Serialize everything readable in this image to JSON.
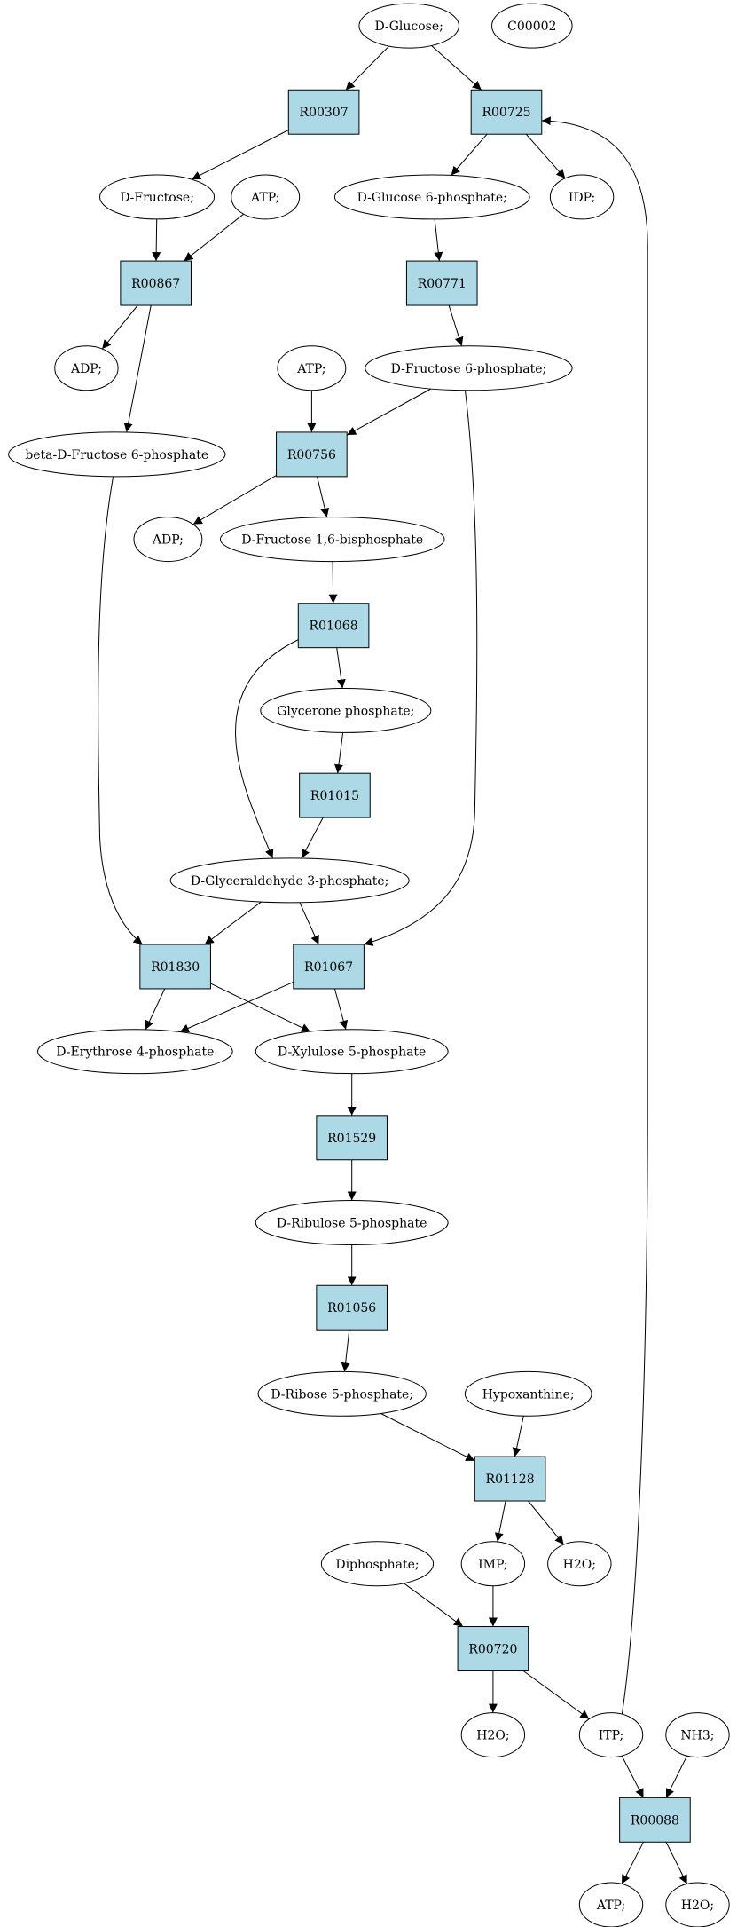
{
  "colors": {
    "reaction_fill": "#add8e6",
    "metabolite_fill": "#ffffff",
    "start_fill": "#00e000",
    "compound_fill": "#ffff00",
    "stroke": "#000000"
  },
  "nodes": [
    {
      "id": "glucose",
      "label": "D-Glucose;",
      "kind": "start"
    },
    {
      "id": "c00002",
      "label": "C00002",
      "kind": "compound"
    },
    {
      "id": "r00307",
      "label": "R00307",
      "kind": "reaction"
    },
    {
      "id": "r00725",
      "label": "R00725",
      "kind": "reaction"
    },
    {
      "id": "fructose",
      "label": "D-Fructose;",
      "kind": "metabolite"
    },
    {
      "id": "atp1",
      "label": "ATP;",
      "kind": "metabolite"
    },
    {
      "id": "g6p",
      "label": "D-Glucose 6-phosphate;",
      "kind": "metabolite"
    },
    {
      "id": "idp",
      "label": "IDP;",
      "kind": "metabolite"
    },
    {
      "id": "r00867",
      "label": "R00867",
      "kind": "reaction"
    },
    {
      "id": "r00771",
      "label": "R00771",
      "kind": "reaction"
    },
    {
      "id": "adp1",
      "label": "ADP;",
      "kind": "metabolite"
    },
    {
      "id": "atp2",
      "label": "ATP;",
      "kind": "metabolite"
    },
    {
      "id": "f6p",
      "label": "D-Fructose 6-phosphate;",
      "kind": "metabolite"
    },
    {
      "id": "bf6p",
      "label": "beta-D-Fructose 6-phosphate",
      "kind": "metabolite"
    },
    {
      "id": "r00756",
      "label": "R00756",
      "kind": "reaction"
    },
    {
      "id": "adp2",
      "label": "ADP;",
      "kind": "metabolite"
    },
    {
      "id": "fbp",
      "label": "D-Fructose 1,6-bisphosphate",
      "kind": "metabolite"
    },
    {
      "id": "r01068",
      "label": "R01068",
      "kind": "reaction"
    },
    {
      "id": "gp",
      "label": "Glycerone phosphate;",
      "kind": "metabolite"
    },
    {
      "id": "r01015",
      "label": "R01015",
      "kind": "reaction"
    },
    {
      "id": "g3p",
      "label": "D-Glyceraldehyde 3-phosphate;",
      "kind": "metabolite"
    },
    {
      "id": "r01830",
      "label": "R01830",
      "kind": "reaction"
    },
    {
      "id": "r01067",
      "label": "R01067",
      "kind": "reaction"
    },
    {
      "id": "e4p",
      "label": "D-Erythrose 4-phosphate",
      "kind": "metabolite"
    },
    {
      "id": "x5p",
      "label": "D-Xylulose 5-phosphate",
      "kind": "metabolite"
    },
    {
      "id": "r01529",
      "label": "R01529",
      "kind": "reaction"
    },
    {
      "id": "ru5p",
      "label": "D-Ribulose 5-phosphate",
      "kind": "metabolite"
    },
    {
      "id": "r01056",
      "label": "R01056",
      "kind": "reaction"
    },
    {
      "id": "r5p",
      "label": "D-Ribose 5-phosphate;",
      "kind": "metabolite"
    },
    {
      "id": "hypo",
      "label": "Hypoxanthine;",
      "kind": "metabolite"
    },
    {
      "id": "r01128",
      "label": "R01128",
      "kind": "reaction"
    },
    {
      "id": "diphos",
      "label": "Diphosphate;",
      "kind": "metabolite"
    },
    {
      "id": "imp",
      "label": "IMP;",
      "kind": "metabolite"
    },
    {
      "id": "h2o1",
      "label": "H2O;",
      "kind": "metabolite"
    },
    {
      "id": "r00720",
      "label": "R00720",
      "kind": "reaction"
    },
    {
      "id": "h2o2",
      "label": "H2O;",
      "kind": "metabolite"
    },
    {
      "id": "itp",
      "label": "ITP;",
      "kind": "metabolite"
    },
    {
      "id": "nh3",
      "label": "NH3;",
      "kind": "metabolite"
    },
    {
      "id": "r00088",
      "label": "R00088",
      "kind": "reaction"
    },
    {
      "id": "atp3",
      "label": "ATP;",
      "kind": "metabolite"
    },
    {
      "id": "h2o3",
      "label": "H2O;",
      "kind": "metabolite"
    }
  ],
  "edges": [
    [
      "glucose",
      "r00307"
    ],
    [
      "glucose",
      "r00725"
    ],
    [
      "r00307",
      "fructose"
    ],
    [
      "r00725",
      "g6p"
    ],
    [
      "r00725",
      "idp"
    ],
    [
      "fructose",
      "r00867"
    ],
    [
      "atp1",
      "r00867"
    ],
    [
      "g6p",
      "r00771"
    ],
    [
      "r00867",
      "adp1"
    ],
    [
      "r00867",
      "bf6p"
    ],
    [
      "r00771",
      "f6p"
    ],
    [
      "atp2",
      "r00756"
    ],
    [
      "f6p",
      "r00756"
    ],
    [
      "r00756",
      "adp2"
    ],
    [
      "r00756",
      "fbp"
    ],
    [
      "fbp",
      "r01068"
    ],
    [
      "r01068",
      "gp"
    ],
    [
      "r01068",
      "g3p"
    ],
    [
      "gp",
      "r01015"
    ],
    [
      "r01015",
      "g3p"
    ],
    [
      "bf6p",
      "r01830"
    ],
    [
      "g3p",
      "r01830"
    ],
    [
      "g3p",
      "r01067"
    ],
    [
      "f6p",
      "r01067"
    ],
    [
      "r01830",
      "e4p"
    ],
    [
      "r01830",
      "x5p"
    ],
    [
      "r01067",
      "e4p"
    ],
    [
      "r01067",
      "x5p"
    ],
    [
      "x5p",
      "r01529"
    ],
    [
      "r01529",
      "ru5p"
    ],
    [
      "ru5p",
      "r01056"
    ],
    [
      "r01056",
      "r5p"
    ],
    [
      "r5p",
      "r01128"
    ],
    [
      "hypo",
      "r01128"
    ],
    [
      "r01128",
      "imp"
    ],
    [
      "r01128",
      "h2o1"
    ],
    [
      "imp",
      "r00720"
    ],
    [
      "diphos",
      "r00720"
    ],
    [
      "r00720",
      "h2o2"
    ],
    [
      "r00720",
      "itp"
    ],
    [
      "itp",
      "r00725"
    ],
    [
      "itp",
      "r00088"
    ],
    [
      "nh3",
      "r00088"
    ],
    [
      "r00088",
      "atp3"
    ],
    [
      "r00088",
      "h2o3"
    ]
  ]
}
